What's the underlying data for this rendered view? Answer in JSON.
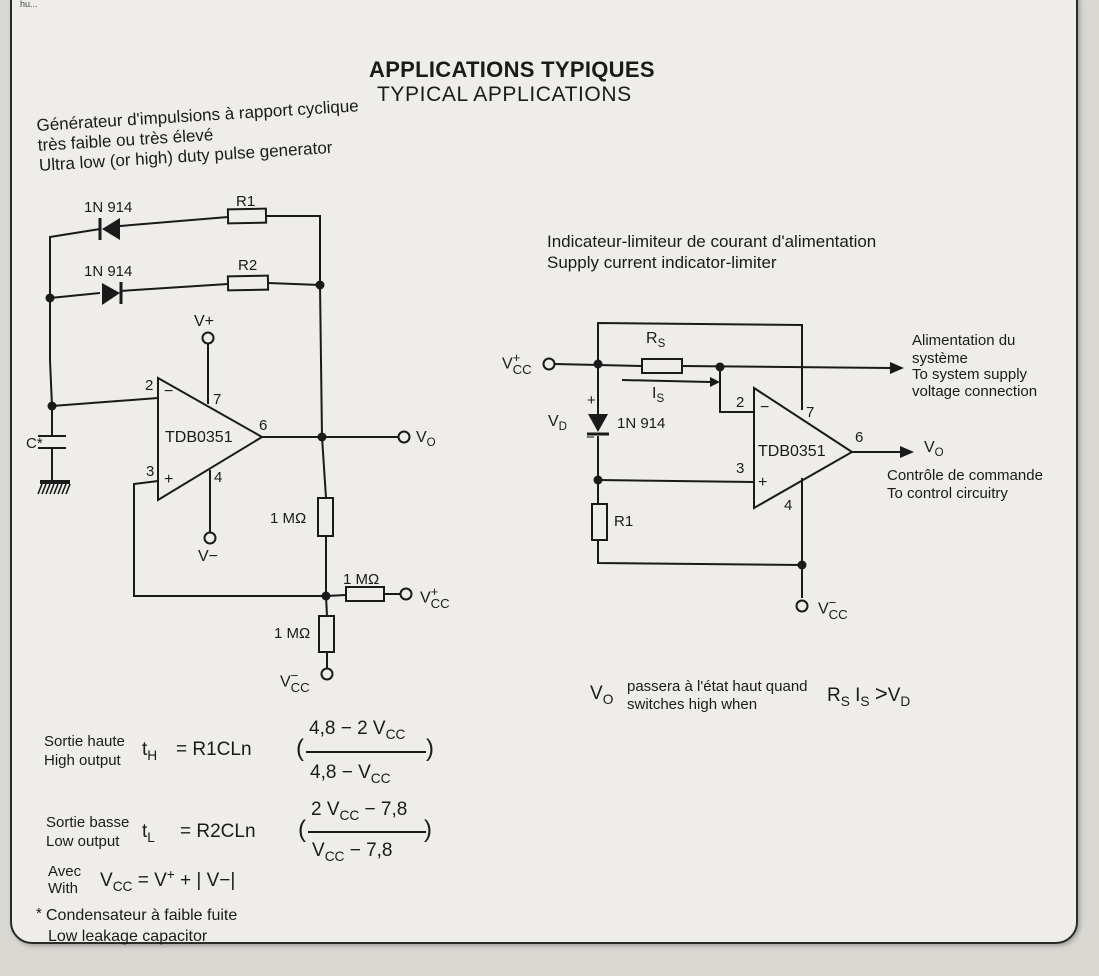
{
  "header": {
    "corner_mark": "hu...",
    "title_fr": "APPLICATIONS TYPIQUES",
    "title_en": "TYPICAL APPLICATIONS"
  },
  "left_circuit": {
    "caption_fr_1": "Générateur d'impulsions à rapport cyclique",
    "caption_fr_2": "très faible ou très élevé",
    "caption_en": "Ultra low (or high) duty pulse generator",
    "diode1": "1N 914",
    "diode2": "1N 914",
    "r1": "R1",
    "r2": "R2",
    "vplus": "V+",
    "vminus": "V−",
    "pin2": "2",
    "pin3": "3",
    "pin4": "4",
    "pin6": "6",
    "pin7": "7",
    "opamp": "TDB0351",
    "cap": "C*",
    "minus_sign": "−",
    "plus_sign": "+",
    "output": "V",
    "output_sub": "O",
    "res_1m_a": "1 MΩ",
    "res_1m_b": "1 MΩ",
    "res_1m_c": "1 MΩ",
    "vcc_plus": "V",
    "vcc_plus_sub": "CC",
    "vcc_plus_sup": "+",
    "vcc_minus": "V",
    "vcc_minus_sub": "CC",
    "vcc_minus_sup": "−"
  },
  "right_circuit": {
    "caption_fr": "Indicateur-limiteur de courant d'alimentation",
    "caption_en": "Supply current indicator-limiter",
    "vcc_plus": "V",
    "vcc_plus_sub": "CC",
    "vcc_plus_sup": "+",
    "rs": "R",
    "rs_sub": "S",
    "is": "I",
    "is_sub": "S",
    "vd": "V",
    "vd_sub": "D",
    "diode": "1N 914",
    "diode_plus": "+",
    "diode_minus": "−",
    "r1": "R1",
    "pin2": "2",
    "pin3": "3",
    "pin4": "4",
    "pin6": "6",
    "pin7": "7",
    "opamp": "TDB0351",
    "minus_sign": "−",
    "plus_sign": "+",
    "output": "V",
    "output_sub": "O",
    "supply_fr_1": "Alimentation du",
    "supply_fr_2": "système",
    "supply_en_1": "To system supply",
    "supply_en_2": "voltage connection",
    "control_fr": "Contrôle de commande",
    "control_en": "To control circuitry",
    "vcc_minus": "V",
    "vcc_minus_sub": "CC",
    "vcc_minus_sup": "−"
  },
  "condition": {
    "vo": "V",
    "vo_sub": "O",
    "text_fr": "passera à l'état haut quand",
    "text_en": "switches high when",
    "r": "R",
    "r_sub": "S",
    "i": "I",
    "i_sub": "S",
    "gt": ">",
    "v": "V",
    "v_sub": "D"
  },
  "formulas": {
    "high_fr": "Sortie haute",
    "high_en": "High output",
    "th_sym": "t",
    "th_sub": "H",
    "th_eq": "=  R1CLn",
    "th_num": "4,8 − 2 V",
    "th_num_sub": "CC",
    "th_den": "4,8 − V",
    "th_den_sub": "CC",
    "low_fr": "Sortie basse",
    "low_en": "Low output",
    "tl_sym": "t",
    "tl_sub": "L",
    "tl_eq": "=  R2CLn",
    "tl_num": "2 V",
    "tl_num_sub": "CC",
    "tl_num_rest": " − 7,8",
    "tl_den": "V",
    "tl_den_sub": "CC",
    "tl_den_rest": " − 7,8",
    "with_fr": "Avec",
    "with_en": "With",
    "vcc_def_v": "V",
    "vcc_def_sub": "CC",
    "vcc_def_rest1": " = V",
    "vcc_def_sup": "+",
    "vcc_def_rest2": " + | V−|",
    "paren_open": "(",
    "paren_close": ")"
  },
  "footnote": {
    "star": "*",
    "fr": "Condensateur à faible fuite",
    "en": "Low leakage capacitor"
  }
}
